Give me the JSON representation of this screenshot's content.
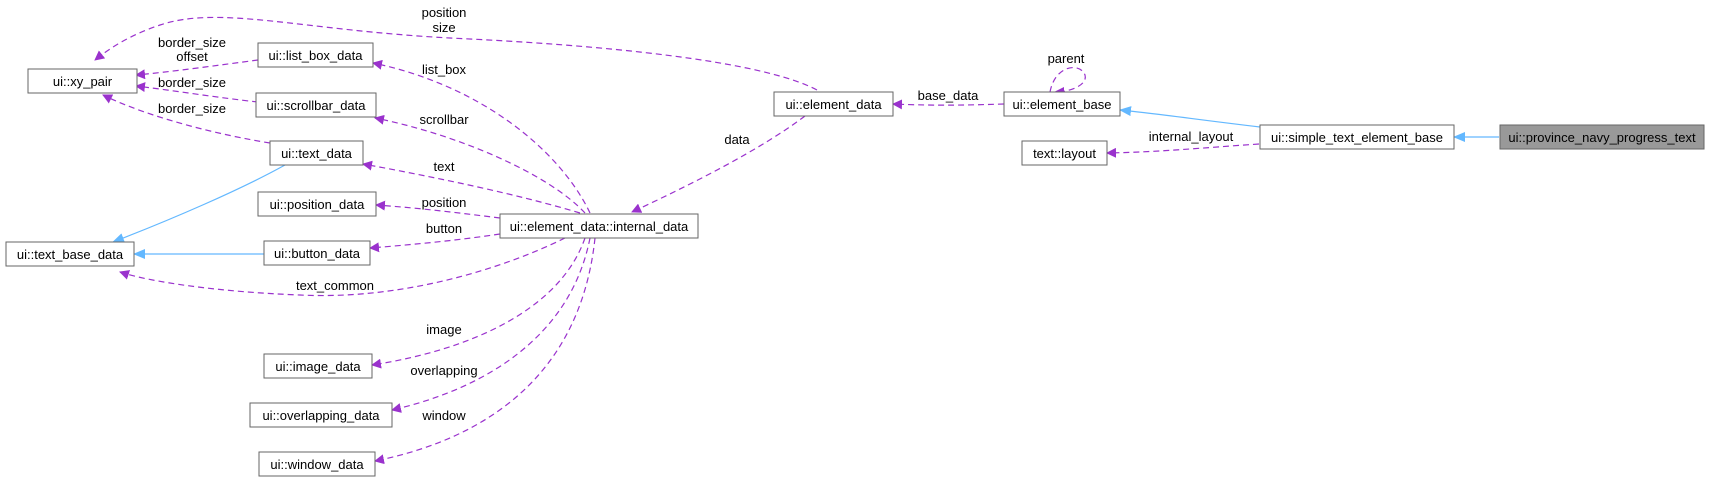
{
  "colors": {
    "usage_edge": "#9a32cd",
    "inheritance_edge": "#63b8ff",
    "node_border": "#666666",
    "highlight_fill": "#999999"
  },
  "nodes": {
    "xy_pair": "ui::xy_pair",
    "list_box_data": "ui::list_box_data",
    "scrollbar_data": "ui::scrollbar_data",
    "text_data": "ui::text_data",
    "position_data": "ui::position_data",
    "text_base_data": "ui::text_base_data",
    "button_data": "ui::button_data",
    "image_data": "ui::image_data",
    "overlapping_data": "ui::overlapping_data",
    "window_data": "ui::window_data",
    "internal_data": "ui::element_data::internal_data",
    "element_data": "ui::element_data",
    "element_base": "ui::element_base",
    "text_layout": "text::layout",
    "simple_text_element_base": "ui::simple_text_element_base",
    "province_navy_progress_text": "ui::province_navy_progress_text"
  },
  "edge_labels": {
    "position_size_1": "position",
    "position_size_2": "size",
    "border_size_offset_1": "border_size",
    "border_size_offset_2": "offset",
    "border_size_scrollbar": "border_size",
    "border_size_text": "border_size",
    "list_box": "list_box",
    "scrollbar": "scrollbar",
    "text": "text",
    "position": "position",
    "button": "button",
    "text_common": "text_common",
    "image": "image",
    "overlapping": "overlapping",
    "window": "window",
    "data": "data",
    "base_data": "base_data",
    "parent": "parent",
    "internal_layout": "internal_layout"
  }
}
